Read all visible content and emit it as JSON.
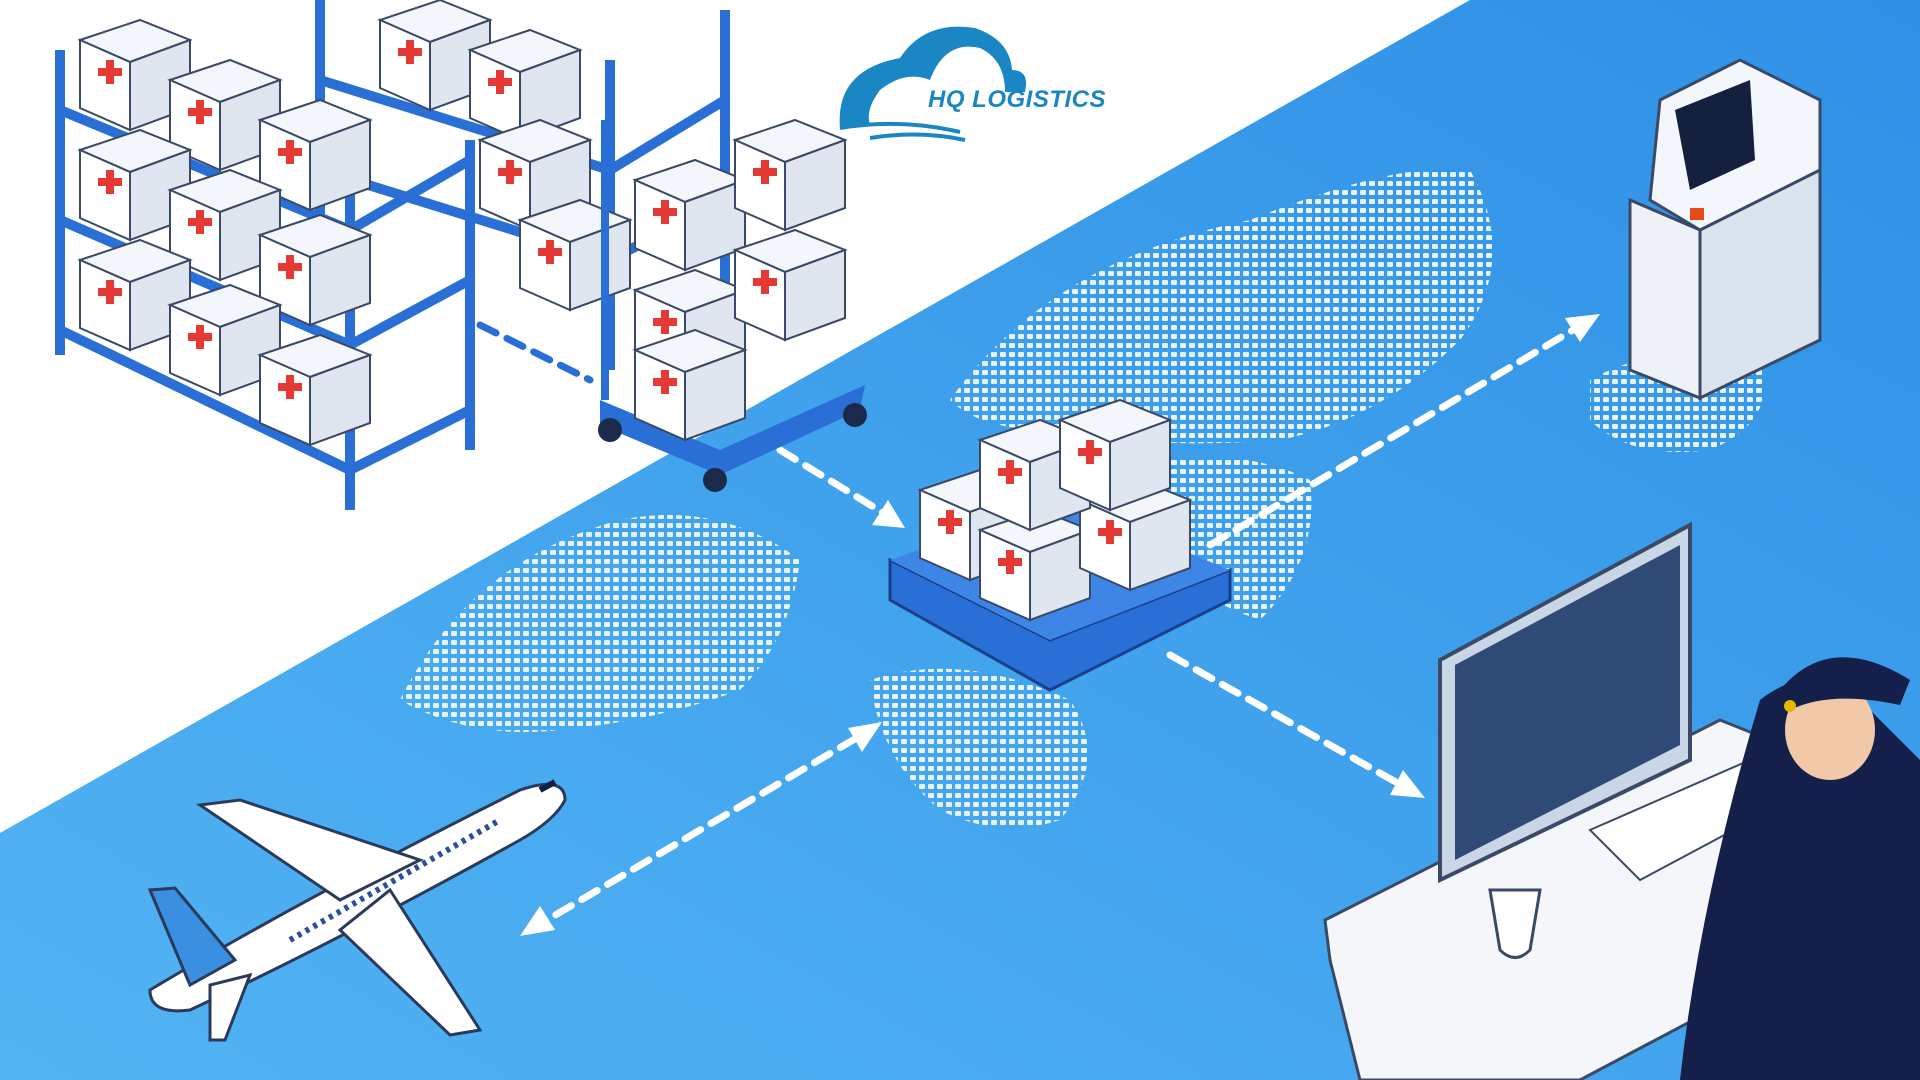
{
  "logo": {
    "text": "HQ LOGISTICS",
    "color": "#1a86c4"
  },
  "colors": {
    "background_band": "#3aa0ee",
    "shelf": "#2a6fd6",
    "cross": "#e53935",
    "uniform": "#14204a"
  },
  "scene": {
    "elements": [
      "warehouse-shelves",
      "supply-cart",
      "pallet-of-boxes",
      "kiosk-terminal",
      "airplane",
      "customs-officer-desk",
      "world-map"
    ]
  }
}
